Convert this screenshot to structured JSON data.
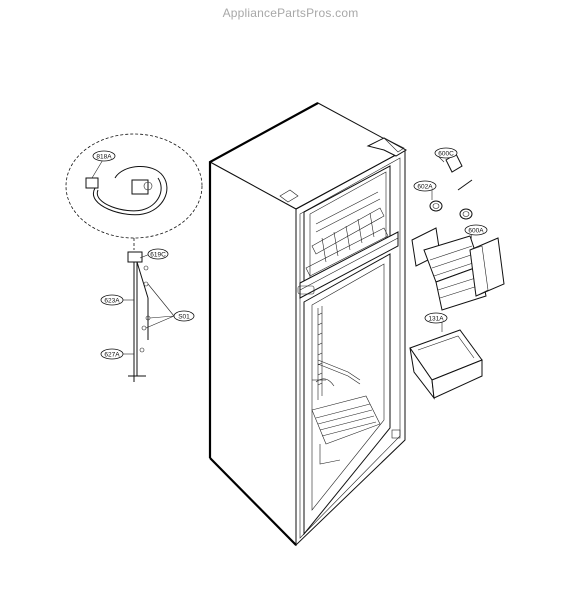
{
  "watermark": "AppliancePartsPros.com",
  "callouts": [
    {
      "id": "818A",
      "label": "818A"
    },
    {
      "id": "619C",
      "label": "619C"
    },
    {
      "id": "623A",
      "label": "623A"
    },
    {
      "id": "S01",
      "label": "S01"
    },
    {
      "id": "627A",
      "label": "627A"
    },
    {
      "id": "600C",
      "label": "600C"
    },
    {
      "id": "602A",
      "label": "602A"
    },
    {
      "id": "600A",
      "label": "600A"
    },
    {
      "id": "131A",
      "label": "131A"
    }
  ]
}
